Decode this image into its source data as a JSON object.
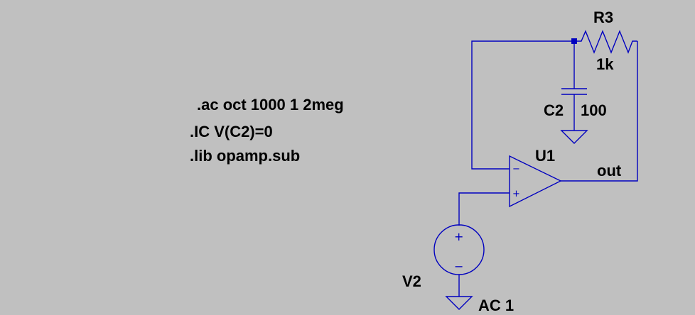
{
  "directives": [
    ".ac oct 1000 1 2meg",
    ".IC V(C2)=0",
    ".lib opamp.sub"
  ],
  "components": {
    "r3": {
      "name": "R3",
      "value": "1k"
    },
    "c2": {
      "name": "C2",
      "value": "100"
    },
    "u1": {
      "name": "U1",
      "inv_pin": "−",
      "noninv_pin": "+"
    },
    "v2": {
      "name": "V2",
      "value": "AC 1",
      "plus": "+",
      "minus": "−"
    }
  },
  "nets": {
    "out": "out"
  },
  "colors": {
    "background": "#c0c0c0",
    "wire": "#0000bf",
    "text": "#000000"
  }
}
